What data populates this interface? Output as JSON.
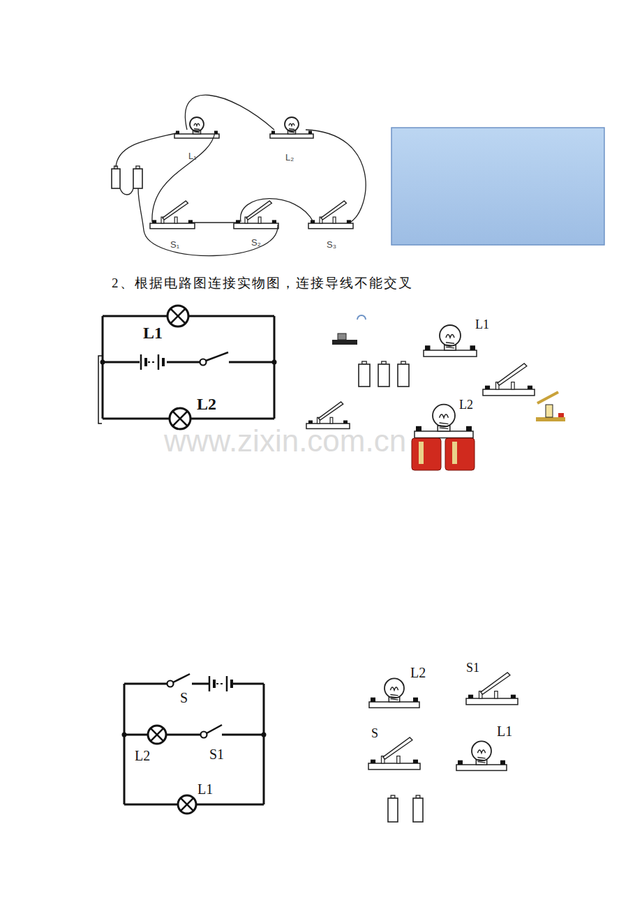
{
  "diagram": {
    "labels": [
      "L₁",
      "L₂",
      "S₁",
      "S₂",
      "S₃",
      "2、根据电路图连接实物图，连接导线不能交叉",
      "L1",
      "L2",
      "L1",
      "L2",
      "www.zixin.com.cn",
      "S",
      "L2",
      "S1",
      "L1",
      "L2",
      "S1",
      "S",
      "L1"
    ]
  }
}
